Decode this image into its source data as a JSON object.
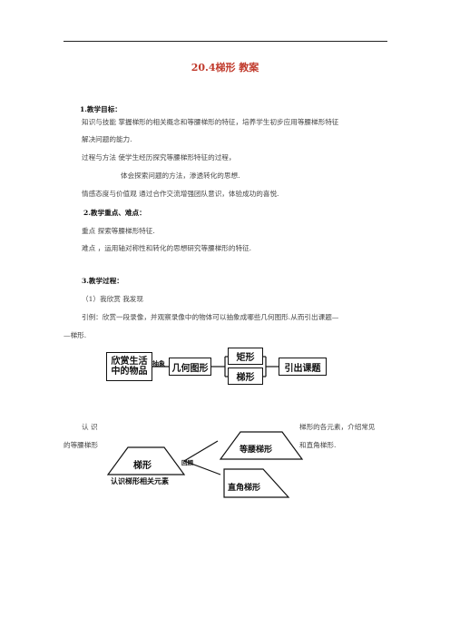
{
  "title": "20.4梯形 教案",
  "section1": {
    "heading": "1.教学目标：",
    "line1": "知识与技能    掌握梯形的相关概念和等腰梯形的特征，培养学生初步应用等腰梯形特征",
    "line2": "解决问题的能力.",
    "line3": "过程与方法    使学生经历探究等腰梯形特征的过程，",
    "line4": "体会探索问题的方法，渗透转化的思想.",
    "line5": "情感态度与价值观    通过合作交流增强团队意识，体验成功的喜悦."
  },
  "section2": {
    "heading": "2.教学重点、难点：",
    "focus": "重点    探索等腰梯形特征.",
    "difficulty": "难点 ，运用轴对称性和转化的思想研究等腰梯形的特征."
  },
  "section3": {
    "heading": "3.教学过程：",
    "step1": "（1）我欣赏  我发现",
    "intro1": "引例：欣赏一段录像，并观察录像中的物体可以抽象成哪些几何图形.从而引出课题—",
    "intro2": "—梯形."
  },
  "diagram1": {
    "box_items": "欣赏生活中的物品",
    "arrow_label": "抽象",
    "box_shapes": "几何图形",
    "box_rect": "矩形",
    "box_trap": "梯形",
    "box_topic": "引出课题"
  },
  "para2": {
    "left1": "认  识",
    "right1": "梯形的各元素，介绍常见",
    "left2": "的等腰梯形",
    "right2": "和直角梯形."
  },
  "diagram2": {
    "trap_label": "梯形",
    "review_label": "回顾",
    "caption": "认识梯形相关元素",
    "isosceles_label": "等腰梯形",
    "right_label": "直角梯形"
  }
}
